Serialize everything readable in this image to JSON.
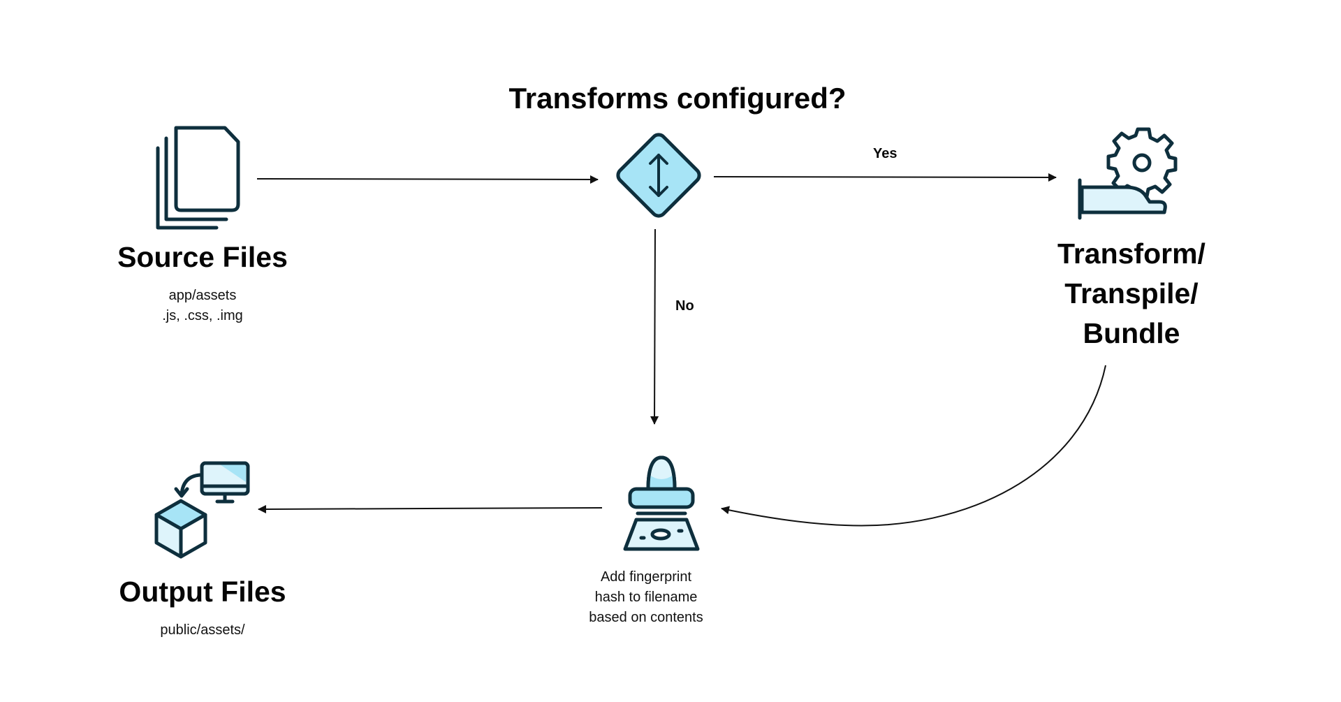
{
  "diagram": {
    "title": "Transforms configured?",
    "edges": {
      "yes_label": "Yes",
      "no_label": "No"
    },
    "nodes": {
      "source": {
        "title": "Source Files",
        "lines": [
          "app/assets",
          ".js, .css, .img"
        ],
        "icon": "documents-stack-icon"
      },
      "decision": {
        "icon": "decision-diamond-icon"
      },
      "transform": {
        "title_lines": [
          "Transform/",
          "Transpile/",
          "Bundle"
        ],
        "icon": "gear-hand-icon"
      },
      "fingerprint": {
        "lines": [
          "Add fingerprint",
          "hash to filename",
          "based on contents"
        ],
        "icon": "stamp-icon"
      },
      "output": {
        "title": "Output Files",
        "lines": [
          "public/assets/"
        ],
        "icon": "computer-box-icon"
      }
    },
    "colors": {
      "stroke": "#0e2f3d",
      "fill_light": "#def4fb",
      "fill_accent": "#a7e4f6",
      "text": "#050505"
    }
  }
}
